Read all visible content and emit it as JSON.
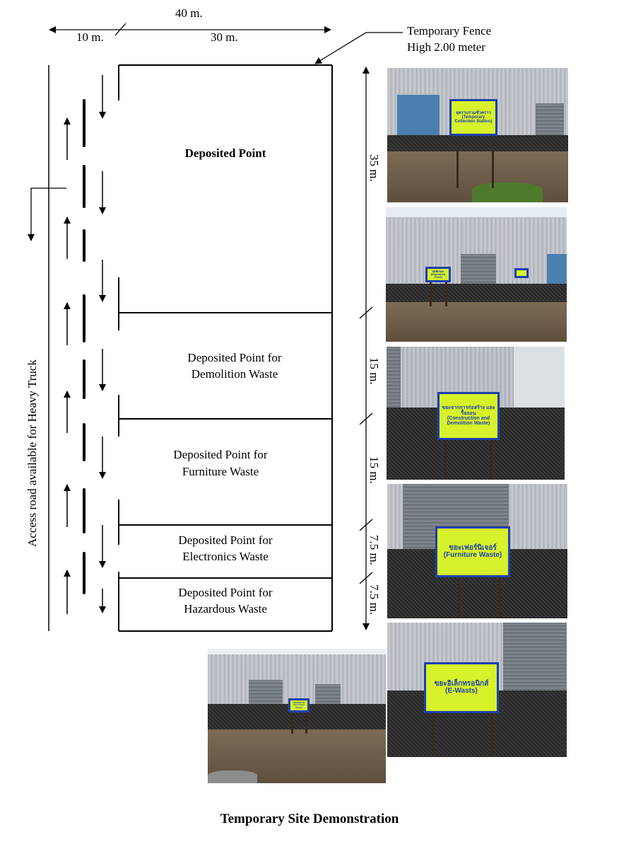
{
  "dimensions": {
    "total_width": "40 m.",
    "left_width": "10 m.",
    "right_width": "30 m.",
    "depth_deposited": "35 m.",
    "depth_demolition": "15 m.",
    "depth_furniture": "15 m.",
    "depth_electronics": "7.5 m.",
    "depth_hazardous": "7.5 m."
  },
  "fence": {
    "line1": "Temporary Fence",
    "line2": "High 2.00 meter"
  },
  "access_road": "Access road available for Heavy Truck",
  "zones": {
    "deposited": "Deposited Point",
    "demolition_line1": "Deposited Point for",
    "demolition_line2": "Demolition Waste",
    "furniture_line1": "Deposited Point for",
    "furniture_line2": "Furniture Waste",
    "electronics_line1": "Deposited Point for",
    "electronics_line2": "Electronics Waste",
    "hazardous_line1": "Deposited Point for",
    "hazardous_line2": "Hazardous Waste"
  },
  "photos": {
    "p1_sign_line1": "จุดรวบรวมชั่วคราว",
    "p1_sign_line2": "(Temporary Collection Station)",
    "p2_sign_line1": "จุดพักขยะ",
    "p2_sign_line2": "(Deposited Point)",
    "p3_sign_line1": "ขยะจากการก่อสร้าง และรื้อถอน",
    "p3_sign_line2": "(Construction and Demolition Waste)",
    "p4_sign_line1": "ขยะเฟอร์นิเจอร์",
    "p4_sign_line2": "(Furniture Waste)",
    "p5_sign_line1": "ขยะอิเล็กทรอนิกส์",
    "p5_sign_line2": "(E-Wasts)",
    "p6_sign_line1": "ขยะอันตราย",
    "p6_sign_line2": "(Hazardous Waste)"
  },
  "caption": "Temporary Site Demonstration"
}
